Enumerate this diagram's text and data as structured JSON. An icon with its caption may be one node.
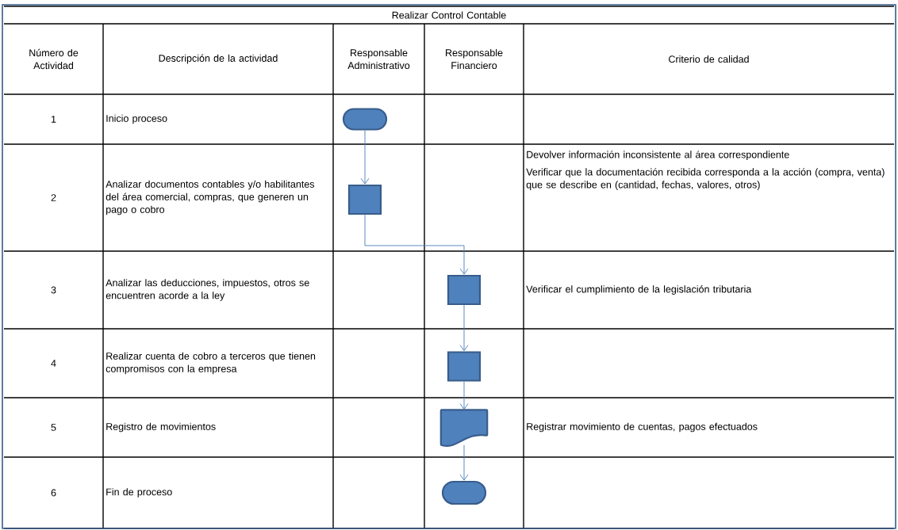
{
  "diagram": {
    "nodes": [
      {
        "text": [],
        "shape": "terminal"
      },
      {
        "text": [],
        "shape": "box"
      },
      {
        "text": [],
        "shape": "box"
      },
      {
        "text": [],
        "shape": "box"
      },
      {
        "text": [],
        "shape": "document"
      },
      {
        "text": [],
        "shape": "terminal"
      }
    ],
    "edges": [
      {
        "from": 0,
        "to": 1,
        "arrow": "to"
      },
      {
        "from": 1,
        "to": 2,
        "arrow": "to"
      },
      {
        "from": 2,
        "to": 3,
        "arrow": "to"
      },
      {
        "from": 3,
        "to": 4,
        "arrow": "to"
      },
      {
        "from": 4,
        "to": 5,
        "arrow": "to"
      }
    ],
    "labels": [
      "Realizar Control Contable",
      "Número de Actividad",
      "Descripción de la actividad",
      "Responsable Administrativo",
      "Responsable Financiero",
      "Criterio de calidad",
      "1",
      "Inicio proceso",
      "2",
      "Analizar documentos contables y/o habilitantes del área comercial, compras, que generen un pago o cobro",
      "Devolver información inconsistente al área correspondiente",
      "Verificar que la documentación recibida corresponda a la acción (compra, venta) que se describe en (cantidad, fechas, valores, otros)",
      "3",
      "Analizar las deducciones, impuestos, otros se encuentren acorde a la ley",
      "Verificar el cumplimiento de la legislación tributaria",
      "4",
      "Realizar cuenta de cobro a terceros que tienen compromisos con la empresa",
      "5",
      "Registro de movimientos",
      "Registrar movimiento de cuentas, pagos efectuados",
      "6",
      "Fin de proceso"
    ]
  }
}
